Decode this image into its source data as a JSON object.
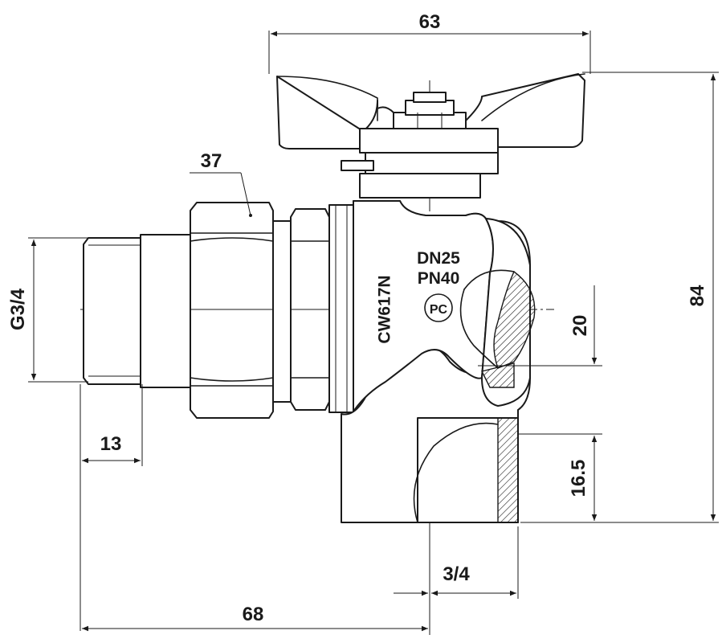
{
  "dimensions": {
    "overall_width": "63",
    "overall_height": "84",
    "hex_size": "37",
    "male_thread": "G3/4",
    "thread_length": "13",
    "port_offset": "20",
    "female_depth": "16.5",
    "female_thread": "3/4",
    "overall_length": "68"
  },
  "body_markings": {
    "material": "CW617N",
    "nominal_diameter": "DN25",
    "pressure_rating": "PN40",
    "certification_mark": "PC"
  },
  "colors": {
    "line": "#1a1a1a",
    "background": "#ffffff"
  }
}
